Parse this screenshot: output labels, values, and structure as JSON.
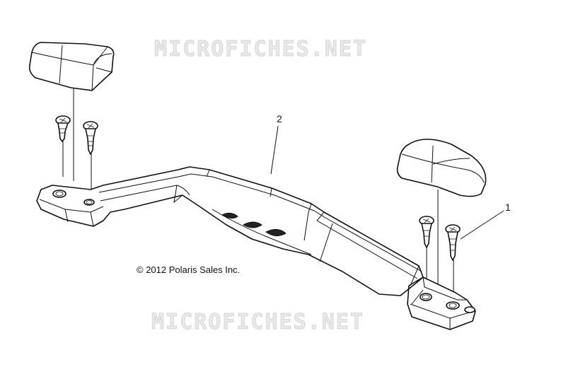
{
  "watermark": {
    "top": "MICROFICHES.NET",
    "bottom": "MICROFICHES.NET"
  },
  "callouts": {
    "handle_bar": "2",
    "screws": "1"
  },
  "copyright": "© 2012 Polaris Sales Inc."
}
